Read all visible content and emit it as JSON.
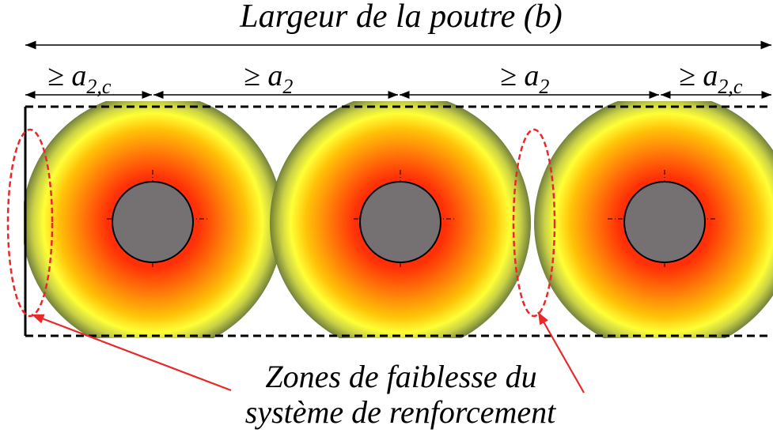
{
  "diagram": {
    "title": "Largeur de la poutre (b)",
    "dimensions": [
      {
        "symbol": "≥ a",
        "subscript": "2,c"
      },
      {
        "symbol": "≥ a",
        "subscript": "2"
      },
      {
        "symbol": "≥ a",
        "subscript": "2"
      },
      {
        "symbol": "≥ a",
        "subscript": "2,c"
      }
    ],
    "caption_line1": "Zones de faiblesse du",
    "caption_line2": "système de renforcement",
    "colors": {
      "core": "#757071",
      "hot": "#ff1a00",
      "mid": "#ffa500",
      "warm": "#ffff2e",
      "edge": "#7d8a3a",
      "weak_zone": "#e8282a",
      "pointer": "#e8282a",
      "outline": "#000000"
    }
  }
}
